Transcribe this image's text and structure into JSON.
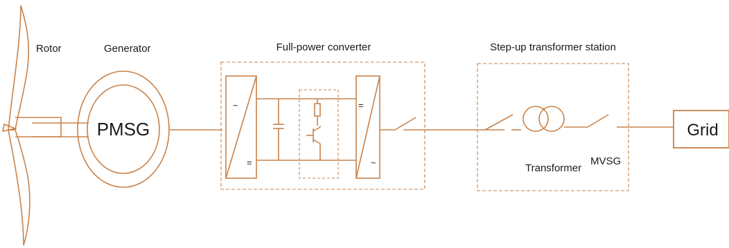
{
  "diagram": {
    "colors": {
      "stroke": "#c8824a",
      "text": "#1a1a1a",
      "background": "#ffffff"
    },
    "labels": {
      "rotor": "Rotor",
      "generator": "Generator",
      "pmsg": "PMSG",
      "converter": "Full-power converter",
      "station": "Step-up transformer station",
      "transformer": "Transformer",
      "mvsg": "MVSG",
      "grid": "Grid"
    },
    "symbols": {
      "ac": "~",
      "dc": "="
    }
  }
}
